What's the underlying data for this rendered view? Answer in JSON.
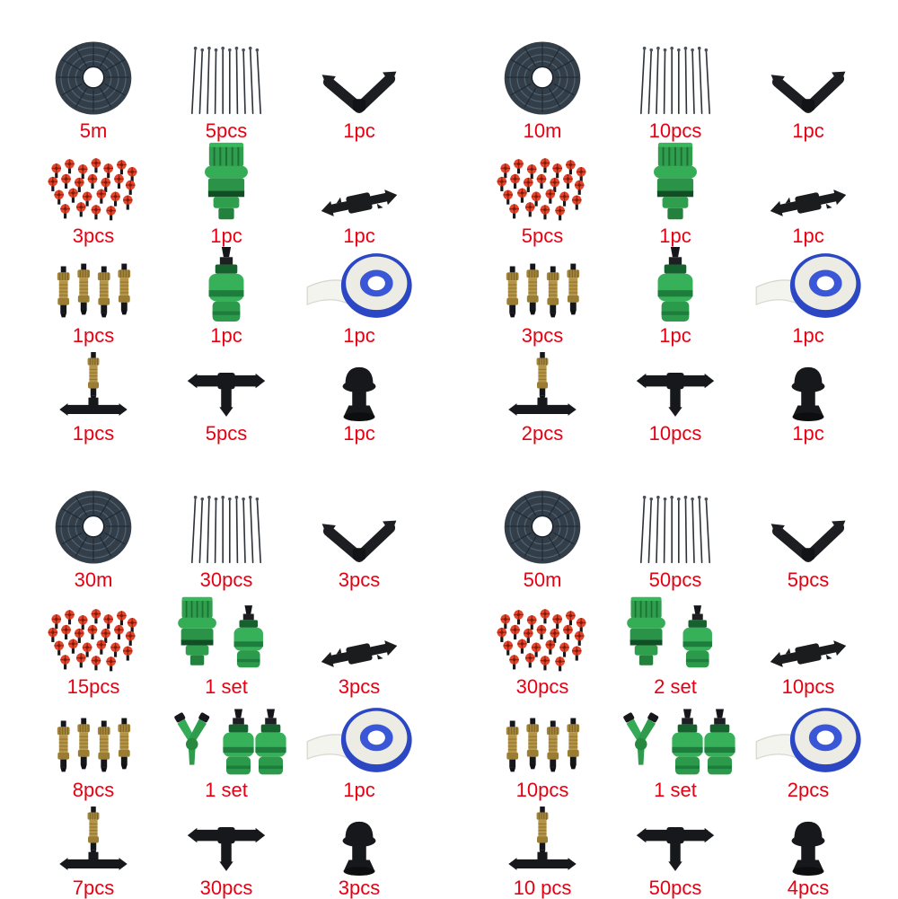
{
  "page": {
    "background": "#ffffff",
    "label_color": "#e60012"
  },
  "quadrants": [
    {
      "hose_length": "5m",
      "items": [
        {
          "icon": "hose-coil",
          "label": "5m"
        },
        {
          "icon": "needles",
          "label": "5pcs"
        },
        {
          "icon": "elbow",
          "label": "1pc"
        },
        {
          "icon": "drippers",
          "label": "3pcs"
        },
        {
          "icon": "tap",
          "label": "1pc"
        },
        {
          "icon": "barbed",
          "label": "1pc"
        },
        {
          "icon": "brass-nozzles",
          "label": "1pcs"
        },
        {
          "icon": "quick",
          "label": "1pc"
        },
        {
          "icon": "tape",
          "label": "1pc"
        },
        {
          "icon": "nozzle-tee",
          "label": "1pcs"
        },
        {
          "icon": "tee",
          "label": "5pcs"
        },
        {
          "icon": "plug",
          "label": "1pc"
        }
      ]
    },
    {
      "hose_length": "10m",
      "items": [
        {
          "icon": "hose-coil",
          "label": "10m"
        },
        {
          "icon": "needles",
          "label": "10pcs"
        },
        {
          "icon": "elbow",
          "label": "1pc"
        },
        {
          "icon": "drippers",
          "label": "5pcs"
        },
        {
          "icon": "tap",
          "label": "1pc"
        },
        {
          "icon": "barbed",
          "label": "1pc"
        },
        {
          "icon": "brass-nozzles",
          "label": "3pcs"
        },
        {
          "icon": "quick",
          "label": "1pc"
        },
        {
          "icon": "tape",
          "label": "1pc"
        },
        {
          "icon": "nozzle-tee",
          "label": "2pcs"
        },
        {
          "icon": "tee",
          "label": "10pcs"
        },
        {
          "icon": "plug",
          "label": "1pc"
        }
      ]
    },
    {
      "hose_length": "30m",
      "items": [
        {
          "icon": "hose-coil",
          "label": "30m"
        },
        {
          "icon": "needles",
          "label": "30pcs"
        },
        {
          "icon": "elbow",
          "label": "3pcs"
        },
        {
          "icon": "drippers",
          "label": "15pcs"
        },
        {
          "icon": "tap-set",
          "label": "1 set"
        },
        {
          "icon": "barbed",
          "label": "3pcs"
        },
        {
          "icon": "brass-nozzles",
          "label": "8pcs"
        },
        {
          "icon": "y-set",
          "label": "1 set"
        },
        {
          "icon": "tape",
          "label": "1pc"
        },
        {
          "icon": "nozzle-tee",
          "label": "7pcs"
        },
        {
          "icon": "tee",
          "label": "30pcs"
        },
        {
          "icon": "plug",
          "label": "3pcs"
        }
      ]
    },
    {
      "hose_length": "50m",
      "items": [
        {
          "icon": "hose-coil",
          "label": "50m"
        },
        {
          "icon": "needles",
          "label": "50pcs"
        },
        {
          "icon": "elbow",
          "label": "5pcs"
        },
        {
          "icon": "drippers",
          "label": "30pcs"
        },
        {
          "icon": "tap-set",
          "label": "2 set"
        },
        {
          "icon": "barbed",
          "label": "10pcs"
        },
        {
          "icon": "brass-nozzles",
          "label": "10pcs"
        },
        {
          "icon": "y-set",
          "label": "1 set"
        },
        {
          "icon": "tape",
          "label": "2pcs"
        },
        {
          "icon": "nozzle-tee",
          "label": "10 pcs"
        },
        {
          "icon": "tee",
          "label": "50pcs"
        },
        {
          "icon": "plug",
          "label": "4pcs"
        }
      ]
    }
  ]
}
